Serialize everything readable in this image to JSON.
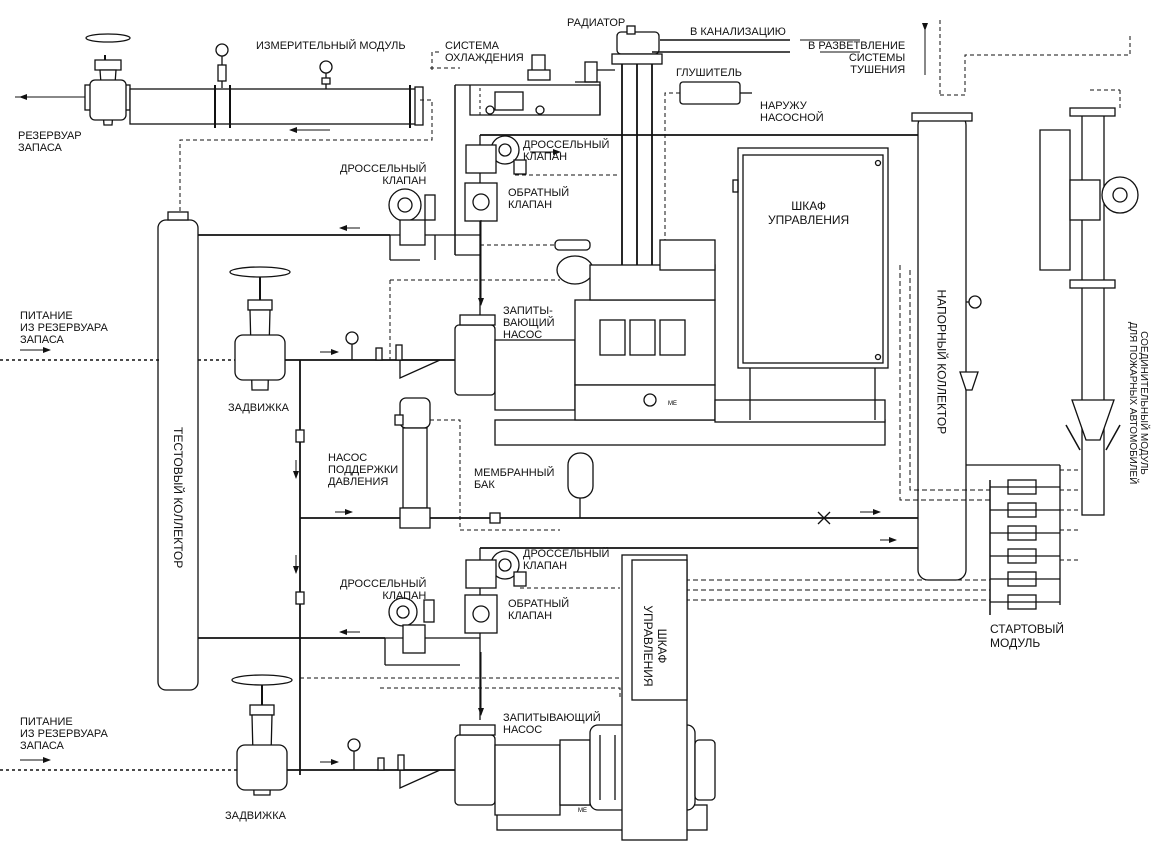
{
  "labels": {
    "measuring_module": "ИЗМЕРИТЕЛЬНЫЙ МОДУЛЬ",
    "reserve_tank": "РЕЗЕРВУАР\nЗАПАСА",
    "cooling_system": "СИСТЕМА\nОХЛАЖДЕНИЯ",
    "radiator": "РАДИАТОР",
    "to_sewer": "В КАНАЛИЗАЦИЮ",
    "to_branch": "В РАЗВЕТВЛЕНИЕ\nСИСТЕМЫ\nТУШЕНИЯ",
    "muffler": "ГЛУШИТЕЛЬ",
    "outside_pump_room": "НАРУЖУ\nНАСОСНОЙ",
    "throttle_valve_top_left": "ДРОССЕЛЬНЫЙ\nКЛАПАН",
    "throttle_valve_top": "ДРОССЕЛЬНЫЙ\nКЛАПАН",
    "check_valve_top": "ОБРАТНЫЙ\nКЛАПАН",
    "control_cabinet_top": "ШКАФ\nУПРАВЛЕНИЯ",
    "supply_top": "ПИТАНИЕ\nИЗ РЕЗЕРВУАРА\nЗАПАСА",
    "gate_valve_top": "ЗАДВИЖКА",
    "jockey_pump_top": "ЗАПИТЫ-\nВАЮЩИЙ\nНАСОС",
    "pressure_pump": "НАСОС\nПОДДЕРЖКИ\nДАВЛЕНИЯ",
    "membrane_tank": "МЕМБРАННЫЙ\nБАК",
    "test_collector": "ТЕСТОВЫЙ КОЛЛЕКТОР",
    "pressure_collector": "НАПОРНЫЙ КОЛЛЕКТОР",
    "connection_module": "СОЕДИНИТЕЛЬНЫЙ МОДУЛЬ\nДЛЯ ПОЖАРНЫХ АВТОМОБИЛЕЙ",
    "throttle_valve_bottom": "ДРОССЕЛЬНЫЙ\nКЛАПАН",
    "throttle_valve_bottom_left": "ДРОССЕЛЬНЫЙ\nКЛАПАН",
    "check_valve_bottom": "ОБРАТНЫЙ\nКЛАПАН",
    "control_cabinet_bottom": "ШКАФ\nУПРАВЛЕНИЯ",
    "starter_module": "СТАРТОВЫЙ\nМОДУЛЬ",
    "supply_bottom": "ПИТАНИЕ\nИЗ РЕЗЕРВУАРА\nЗАПАСА",
    "jockey_pump_bottom": "ЗАПИТЫВАЮЩИЙ\nНАСОС",
    "gate_valve_bottom": "ЗАДВИЖКА",
    "motor_mark_top": "МЕ",
    "motor_mark_bottom": "МЕ"
  }
}
